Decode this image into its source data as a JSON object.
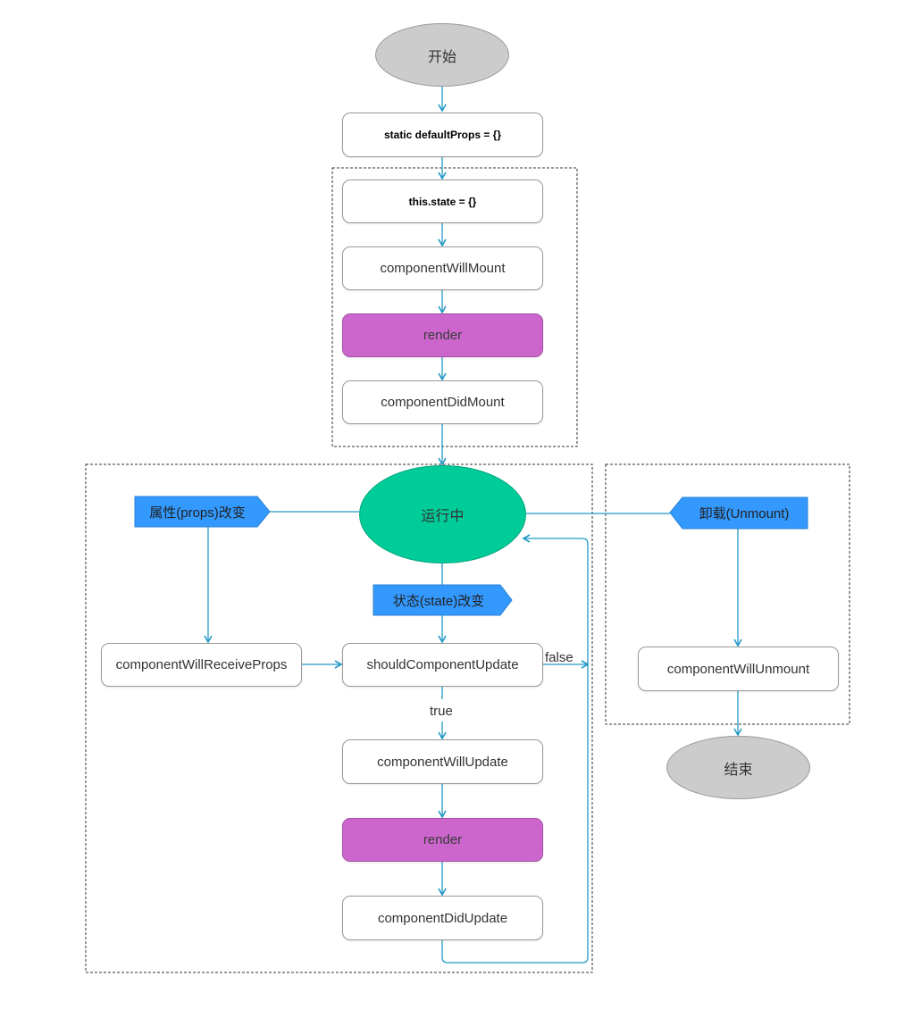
{
  "nodes": {
    "start": "开始",
    "default_props": "static defaultProps = {}",
    "this_state": "this.state = {}",
    "component_will_mount": "componentWillMount",
    "render_mount": "render",
    "component_did_mount": "componentDidMount",
    "running": "运行中",
    "props_changed": "属性(props)改变",
    "state_changed": "状态(state)改变",
    "unmount": "卸载(Unmount)",
    "component_will_receive_props": "componentWillReceiveProps",
    "should_component_update": "shouldComponentUpdate",
    "component_will_update": "componentWillUpdate",
    "render_update": "render",
    "component_did_update": "componentDidUpdate",
    "component_will_unmount": "componentWillUnmount",
    "end": "结束"
  },
  "edge_labels": {
    "false_label": "false",
    "true_label": "true"
  },
  "colors": {
    "arrow": "#2399c6",
    "render_fill": "#cc66cc",
    "running_fill": "#00cc99",
    "terminal_fill": "#cccccc",
    "tag_fill": "#3399ff",
    "group_border": "#333333"
  }
}
